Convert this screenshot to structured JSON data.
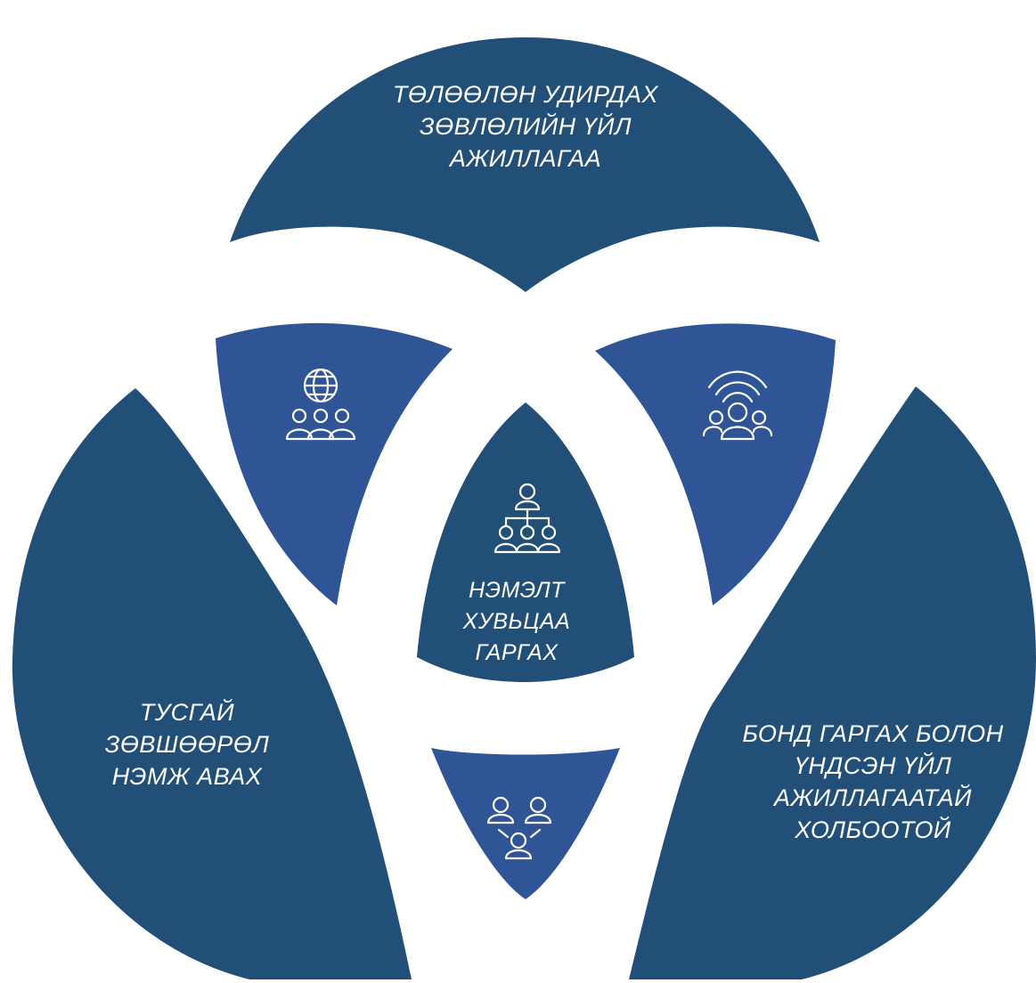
{
  "colors": {
    "outer": "#214f77",
    "inner": "#2f5597",
    "center": "#214f77",
    "background": "#ffffff",
    "icon_stroke": "#ffffff"
  },
  "labels": {
    "top": [
      "ТӨЛӨӨЛӨН УДИРДАХ",
      "ЗӨВЛӨЛИЙН ҮЙЛ",
      "АЖИЛЛАГАА"
    ],
    "left": [
      "ТУСГАЙ",
      "ЗӨВШӨӨРӨЛ",
      "НЭМЖ АВАХ"
    ],
    "right": [
      "БОНД ГАРГАХ БОЛОН",
      "ҮНДСЭН ҮЙЛ",
      "АЖИЛЛАГААТАЙ",
      "ХОЛБООТОЙ"
    ],
    "center": [
      "НЭМЭЛТ",
      "ХУВЬЦАА",
      "ГАРГАХ"
    ]
  },
  "icons": {
    "upper_left": "globe-group-icon",
    "upper_right": "broadcast-group-icon",
    "center": "org-chart-icon",
    "bottom": "people-network-icon"
  }
}
